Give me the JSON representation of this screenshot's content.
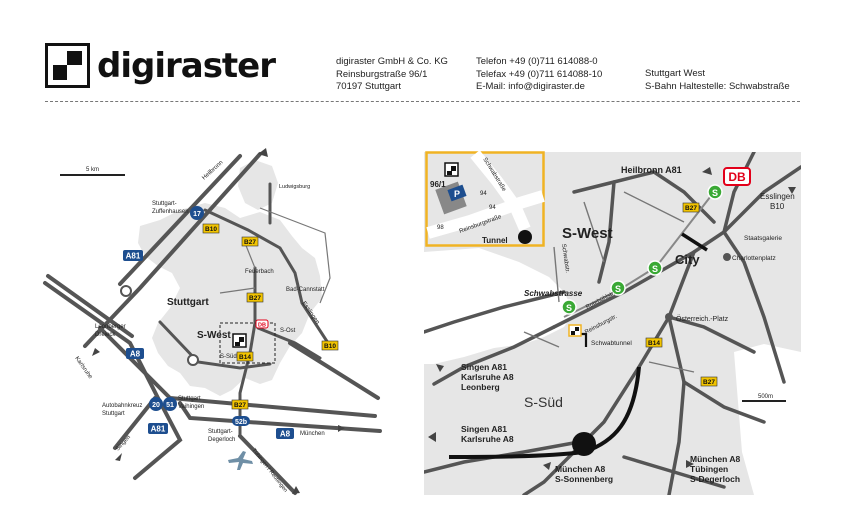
{
  "header": {
    "logo_text": "digiraster",
    "company": [
      "digiraster GmbH & Co. KG",
      "Reinsburgstraße 96/1",
      "70197 Stuttgart"
    ],
    "contact": [
      "Telefon +49 (0)711 614088-0",
      "Telefax +49 (0)711 614088-10",
      "E-Mail: info@digiraster.de"
    ],
    "transit": [
      "Stuttgart West",
      "S-Bahn Haltestelle: Schwabstraße"
    ]
  },
  "overview_map": {
    "scale_label": "5 km",
    "labels": {
      "heilbronn": "Heilbronn",
      "zuffenhausen": "Stuttgart-\nZuffenhausen",
      "ludwigsburg": "Ludwigsburg",
      "stuttgart": "Stuttgart",
      "feuerbach": "Feuerbach",
      "bad_cannstatt": "Bad-Cannstatt",
      "esslingen": "Esslingen",
      "leonberger_dreieck": "Leonberger\nDreieck",
      "karlsruhe": "Karlsruhe",
      "s_west": "S-West",
      "s_ost": "S-Ost",
      "s_sued": "S-Süd",
      "autobahnkreuz": "Autobahnkreuz\nStuttgart",
      "vaihingen": "Stuttgart\nVaihingen",
      "degerloch": "Stuttgart-\nDegerloch",
      "singen": "Singen",
      "muenchen": "München",
      "tuebingen": "Tübingen / Reutlingen"
    },
    "shields": {
      "a81_top": "A81",
      "a8_left": "A8",
      "a81_bottom": "A81",
      "a8_right": "A8",
      "exit_17": "17",
      "exit_20": "20",
      "exit_51": "51",
      "exit_52b": "52b",
      "b10_top": "B10",
      "b27_top": "B27",
      "b27_mid": "B27",
      "b14": "B14",
      "b27_bottom": "B27",
      "b10_right": "B10",
      "db": "DB"
    }
  },
  "detail_map": {
    "scale_label": "500m",
    "labels": {
      "heilbronn": "Heilbronn A81",
      "esslingen": "Esslingen\nB10",
      "staatsgalerie": "Staatsgalerie",
      "s_west": "S-West",
      "city": "City",
      "charlottenplatz": "Charlottenplatz",
      "schwabstrasse": "Schwabstrasse",
      "schwabstr_vertical": "Schwabstr.",
      "rotebuehlstr": "Rotebühlstr.",
      "reinsburgstr": "Reinsburgstr.",
      "schwabtunnel": "Schwabtunnel",
      "oesterreich": "Österreich.-Platz",
      "singen_karlsruhe_leonberg": "Singen A81\nKarlsruhe A8\nLeonberg",
      "s_sued": "S-Süd",
      "singen_karlsruhe": "Singen A81\nKarlsruhe A8",
      "muenchen_sonnenberg": "München A8\nS-Sonnenberg",
      "muenchen_tuebingen": "München A8\nTübingen\nS-Degerloch"
    },
    "shields": {
      "db": "DB",
      "b27_top": "B27",
      "b14": "B14",
      "b27_bottom": "B27",
      "s_symbol": "S"
    }
  },
  "inset_map": {
    "address_label": "96/1",
    "parking_label": "P",
    "schwabstr": "Schwabstraße",
    "reinsburgstr": "Reinsburgstraße",
    "num_94": "94",
    "num_98": "98",
    "tunnel": "Tunnel"
  },
  "colors": {
    "road": "#555555",
    "area": "#e6e6e6",
    "motorway_shield": "#1d4e8f",
    "federal_shield": "#f2c400",
    "sbahn": "#3aa935",
    "db_red": "#e2001a",
    "inset_border": "#f0b323",
    "tunnel": "#111111"
  }
}
